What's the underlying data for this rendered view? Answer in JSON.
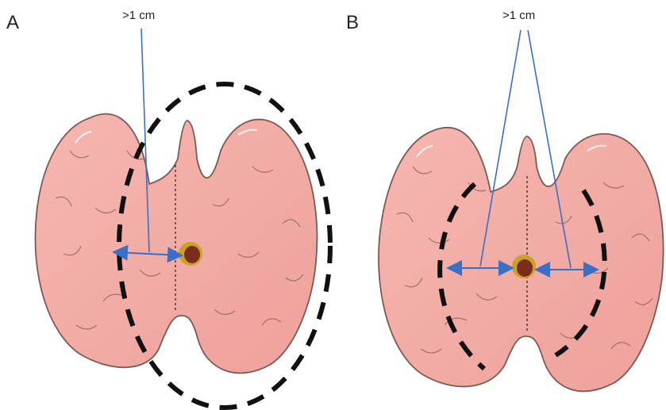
{
  "panels": [
    {
      "letter": "A",
      "measure_label": ">1 cm"
    },
    {
      "letter": "B",
      "measure_label": ">1 cm"
    }
  ],
  "colors": {
    "thyroid_fill": "#f4aaa4",
    "thyroid_shade": "#e58b86",
    "thyroid_outline": "#7a5a55",
    "margin_dash": "#111111",
    "arrow": "#3a6fc4",
    "leader": "#3a6fc4",
    "nodule_core": "#7b2d1a",
    "nodule_rim": "#c9a227",
    "midline": "#222222"
  },
  "icons": {
    "thyroid": "thyroid-gland-icon",
    "nodule": "tumor-nodule-icon"
  }
}
